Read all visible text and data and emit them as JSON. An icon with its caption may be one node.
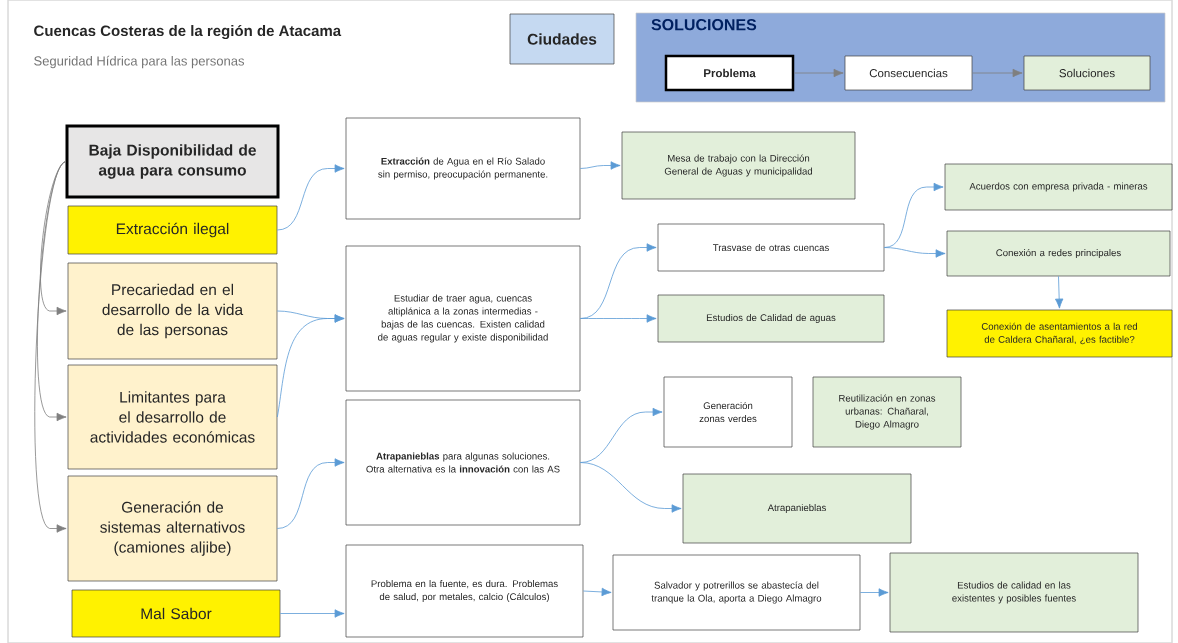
{
  "diagram": {
    "title": "Cuencas Costeras de la región de Atacama",
    "nodes": [
      {
        "text": [
          "Ciudades"
        ]
      },
      {
        "text": [
          "SOLUCIONES"
        ]
      },
      {
        "text": [
          "Problema"
        ],
        "in": 1
      },
      {
        "text": [
          "Consecuencias"
        ],
        "in": 1
      },
      {
        "text": [
          "Soluciones"
        ],
        "in": 1
      },
      {
        "text": [
          "Baja Disponibilidad de agua para consumo"
        ]
      },
      {
        "text": [
          "Extracción ilegal"
        ]
      },
      {
        "text": [
          "Precariedad en el desarrollo de la vida de las personas"
        ]
      },
      {
        "text": [
          "Limitantes para el desarrollo de actividades económicas"
        ]
      },
      {
        "text": [
          "Generación de sistemas alternativos (camiones aljibe)"
        ]
      },
      {
        "text": [
          "Mal Sabor"
        ]
      },
      {
        "text": [
          "**Extracción** de Agua en el Río Salado sin permiso, preocupación permanente."
        ]
      },
      {
        "text": [
          "Mesa de trabajo con la Dirección General de Aguas y municipalidad"
        ]
      },
      {
        "text": [
          "Estudiar de traer agua, cuencas altiplánica a la zonas intermedias - bajas de las cuencas. Existen calidad de aguas regular y existe disponibilidad"
        ]
      },
      {
        "text": [
          "Trasvase de otras cuencas"
        ]
      },
      {
        "text": [
          "Estudios de Calidad de aguas"
        ]
      },
      {
        "text": [
          "Acuerdos con empresa privada - mineras"
        ]
      },
      {
        "text": [
          "Conexión a redes principales"
        ]
      },
      {
        "text": [
          "Conexión de asentamientos a la red de Caldera Chañaral, ¿es factible?"
        ]
      },
      {
        "text": [
          "**Atrapanieblas** para algunas soluciones. Otra alternativa es la **innovación** con las AS"
        ]
      },
      {
        "text": [
          "Generación zonas verdes"
        ]
      },
      {
        "text": [
          "Reutilización en zonas urbanas: Chañaral, Diego Almagro"
        ]
      },
      {
        "text": [
          "Atrapanieblas"
        ]
      },
      {
        "text": [
          "Problema en la fuente, es dura. Problemas de salud, por metales, calcio (Cálculos)"
        ]
      },
      {
        "text": [
          "Salvador y potrerillos se abastecía del tranque la Ola, aporta a Diego Almagro"
        ]
      },
      {
        "text": [
          "Estudios de calidad en las existentes y posibles fuentes"
        ]
      }
    ],
    "edges": [
      {
        "from": 2,
        "to": 3,
        "arrow": "to",
        "color": "#7f7f7f"
      },
      {
        "from": 3,
        "to": 4,
        "arrow": "to",
        "color": "#7f7f7f"
      },
      {
        "from": 5,
        "to": 7,
        "arrow": "to",
        "color": "#7f7f7f"
      },
      {
        "from": 5,
        "to": 8,
        "arrow": "to",
        "color": "#7f7f7f"
      },
      {
        "from": 5,
        "to": 9,
        "arrow": "to",
        "color": "#7f7f7f"
      },
      {
        "from": 6,
        "to": 11,
        "arrow": "to"
      },
      {
        "from": 7,
        "to": 13,
        "arrow": "to"
      },
      {
        "from": 8,
        "to": 13,
        "arrow": "to"
      },
      {
        "from": 9,
        "to": 19,
        "arrow": "to"
      },
      {
        "from": 10,
        "to": 23,
        "arrow": "to"
      },
      {
        "from": 11,
        "to": 12,
        "arrow": "to"
      },
      {
        "from": 13,
        "to": 14,
        "arrow": "to"
      },
      {
        "from": 13,
        "to": 15,
        "arrow": "to"
      },
      {
        "from": 14,
        "to": 16,
        "arrow": "to"
      },
      {
        "from": 14,
        "to": 17,
        "arrow": "to"
      },
      {
        "from": 17,
        "to": 18,
        "arrow": "to"
      },
      {
        "from": 19,
        "to": 20,
        "arrow": "to"
      },
      {
        "from": 19,
        "to": 22,
        "arrow": "to"
      },
      {
        "from": 23,
        "to": 24,
        "arrow": "to"
      },
      {
        "from": 24,
        "to": 25,
        "arrow": "to"
      }
    ],
    "labels": [
      "Seguridad Hídrica para las personas"
    ]
  }
}
